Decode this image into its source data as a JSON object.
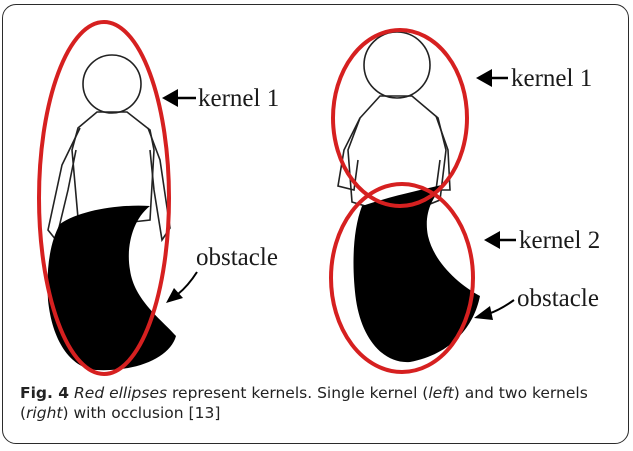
{
  "figure": {
    "left_labels": {
      "kernel1": "kernel 1",
      "obstacle": "obstacle"
    },
    "right_labels": {
      "kernel1": "kernel 1",
      "kernel2": "kernel 2",
      "obstacle": "obstacle"
    },
    "colors": {
      "kernel": "#d62020",
      "body": "#222222",
      "obstacle": "#000000"
    }
  },
  "caption": {
    "fig_label": "Fig. 4",
    "part1_italic": "Red ellipses",
    "part2": " represent kernels. Single kernel (",
    "part3_italic": "left",
    "part4": ") and two kernels (",
    "part5_italic": "right",
    "part6": ") with occlusion [13]"
  }
}
